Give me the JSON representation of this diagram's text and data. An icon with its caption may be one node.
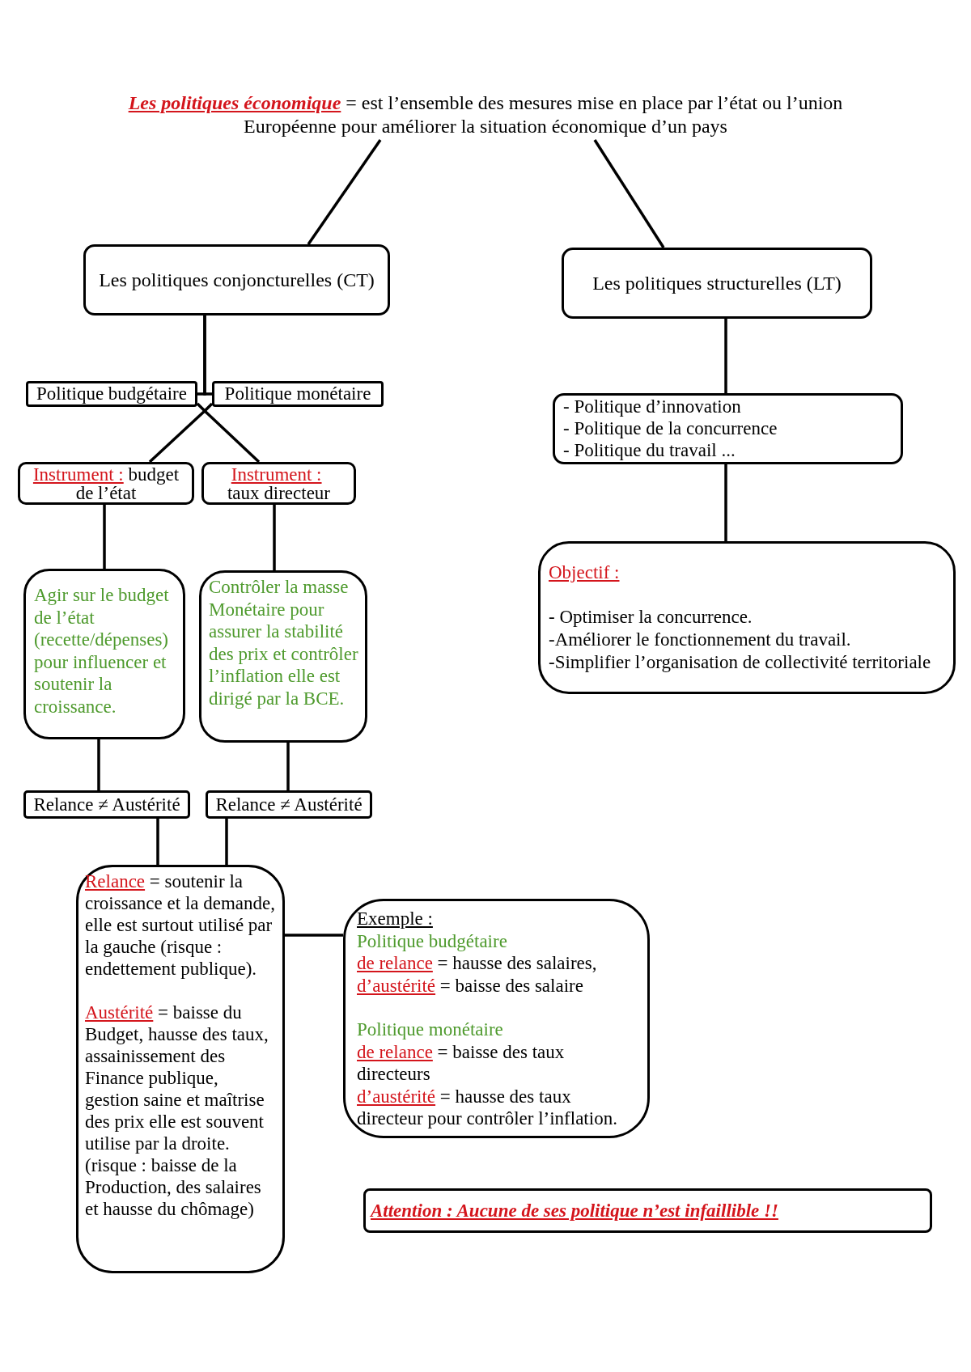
{
  "diagram": {
    "nodes": [
      {
        "text": [
          "Les politiques économique",
          "= est l’ensemble des mesures mise en place par l’état ou l’union Européenne pour améliorer la situation économique d’un pays"
        ]
      },
      {
        "text": [
          "Les politiques conjoncturelles (CT)"
        ]
      },
      {
        "text": [
          "Les politiques structurelles (LT)"
        ]
      },
      {
        "text": [
          "Politique budgétaire"
        ]
      },
      {
        "text": [
          "Politique monétaire"
        ]
      },
      {
        "text": [
          "- Politique d’innovation",
          "- Politique de la concurrence",
          "- Politique du travail ..."
        ]
      },
      {
        "text": [
          "Instrument :",
          "budget de l’état"
        ]
      },
      {
        "text": [
          "Instrument :",
          "taux directeur"
        ]
      },
      {
        "text": [
          "Objectif :",
          "- Optimiser la concurrence.",
          "-Améliorer le fonctionnement du travail.",
          "-Simplifier l’organisation de collectivité territoriale"
        ]
      },
      {
        "text": [
          "Agir sur le budget de l’état (recette/dépenses) pour influencer et soutenir la croissance."
        ]
      },
      {
        "text": [
          "Contrôler la masse Monétaire pour assurer la stabilité des prix et contrôler l’inflation elle est dirigé par la BCE."
        ]
      },
      {
        "text": [
          "Relance ≠ Austérité"
        ]
      },
      {
        "text": [
          "Relance ≠ Austérité"
        ]
      },
      {
        "text": [
          "Relance",
          "= soutenir la croissance et la demande, elle est surtout utilisé par la gauche (risque : endettement publique).",
          "Austérité",
          "= baisse du Budget, hausse des taux, assainissement des Finance publique, gestion saine et maîtrise des prix elle est souvent utilise par la droite. (risque : baisse de la Production, des salaires et hausse du chômage)"
        ]
      },
      {
        "text": [
          "Exemple :",
          "Politique budgétaire",
          "de relance",
          "= hausse des salaires,",
          "d’austérité",
          "= baisse des salaire",
          "Politique monétaire",
          "de relance",
          "= baisse des taux directeurs",
          "d’austérité",
          "= hausse des taux directeur pour contrôler l’inflation."
        ]
      },
      {
        "text": [
          "Attention : Aucune de ses politique n’est infaillible !!"
        ]
      }
    ],
    "edges": [
      {
        "from": 0,
        "to": 1,
        "arrow": "none"
      },
      {
        "from": 0,
        "to": 2,
        "arrow": "none"
      },
      {
        "from": 1,
        "to": 3,
        "arrow": "none"
      },
      {
        "from": 1,
        "to": 4,
        "arrow": "none"
      },
      {
        "from": 3,
        "to": 6,
        "arrow": "none"
      },
      {
        "from": 4,
        "to": 7,
        "arrow": "none"
      },
      {
        "from": 2,
        "to": 5,
        "arrow": "none"
      },
      {
        "from": 5,
        "to": 8,
        "arrow": "none"
      },
      {
        "from": 6,
        "to": 9,
        "arrow": "none"
      },
      {
        "from": 7,
        "to": 10,
        "arrow": "none"
      },
      {
        "from": 9,
        "to": 11,
        "arrow": "none"
      },
      {
        "from": 10,
        "to": 12,
        "arrow": "none"
      },
      {
        "from": 11,
        "to": 13,
        "arrow": "none"
      },
      {
        "from": 12,
        "to": 13,
        "arrow": "none"
      },
      {
        "from": 13,
        "to": 14,
        "arrow": "none"
      }
    ]
  }
}
